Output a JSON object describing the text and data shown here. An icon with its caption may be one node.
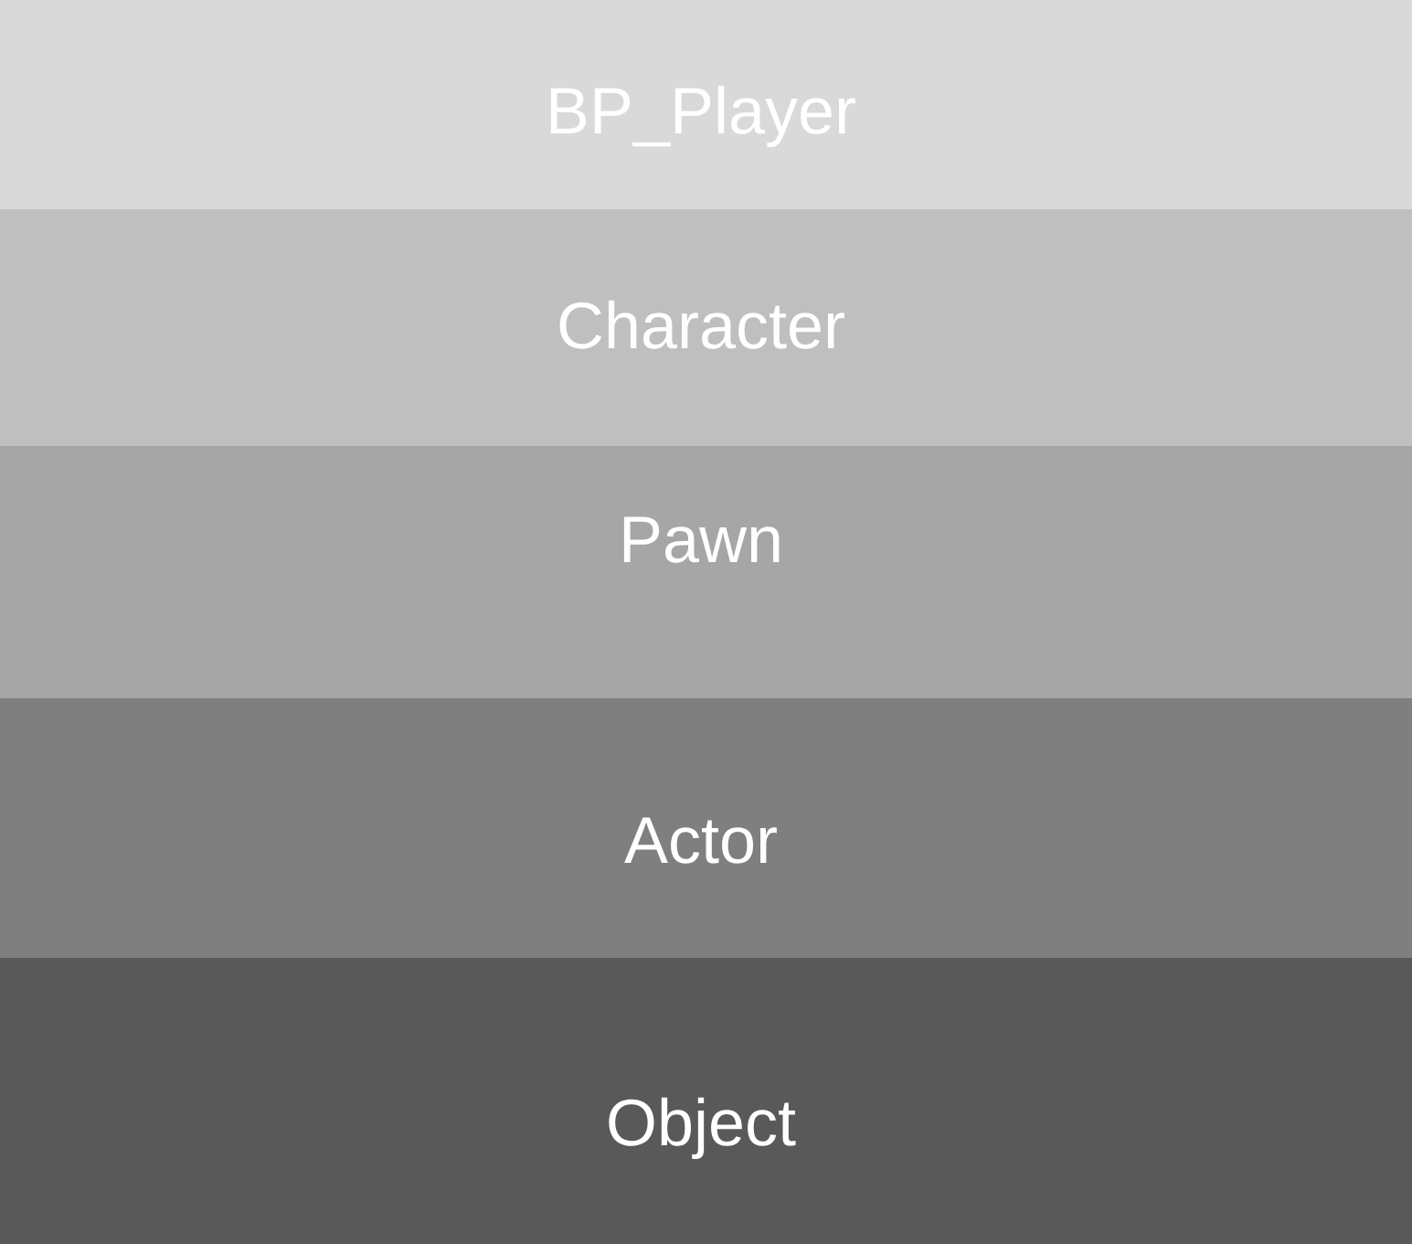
{
  "diagram": {
    "nodes": [
      {
        "text": [
          "BP_Player"
        ]
      },
      {
        "text": [
          "Character"
        ]
      },
      {
        "text": [
          "Pawn"
        ]
      },
      {
        "text": [
          "Actor"
        ]
      },
      {
        "text": [
          "Object"
        ]
      }
    ]
  }
}
